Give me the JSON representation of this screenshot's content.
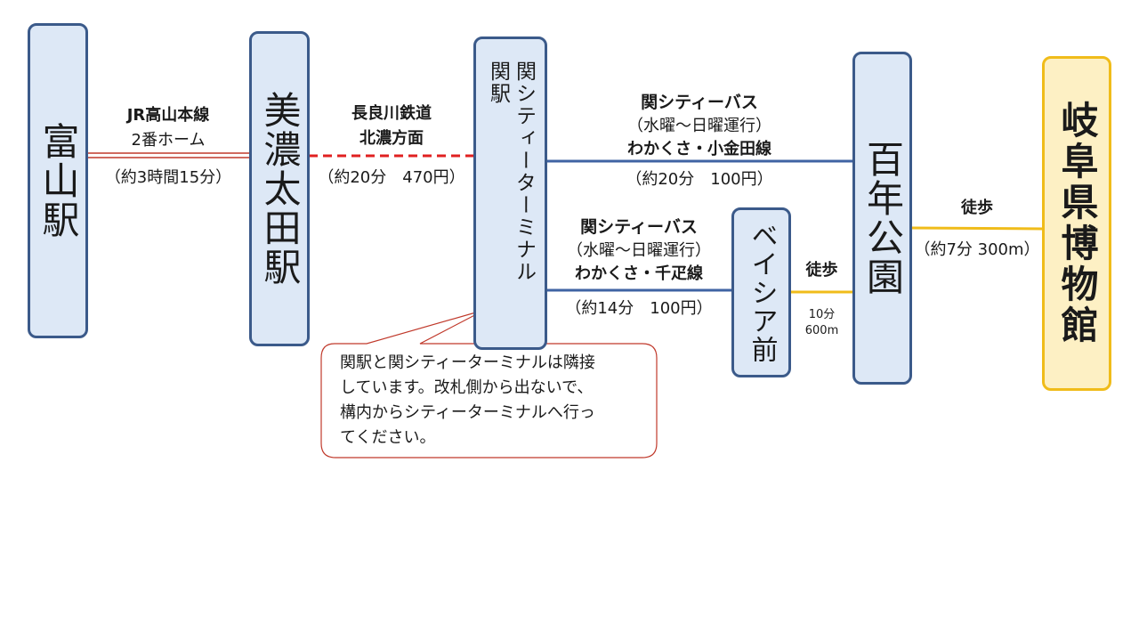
{
  "stations": {
    "toyama": "富山駅",
    "minoota": "美濃太田駅",
    "seki": "関駅",
    "seki_city_terminal": "関シティーターミナル",
    "beishia": "ベイシア前",
    "hyakunen_koen": "百年公園",
    "museum": "岐阜県博物館"
  },
  "routes": {
    "jr": {
      "name": "JR高山本線",
      "platform": "2番ホーム",
      "time": "（約3時間15分）"
    },
    "nagaragawa": {
      "name_line1": "長良川鉄道",
      "name_line2": "北濃方面",
      "time_fare": "（約20分　470円）"
    },
    "bus_upper": {
      "name": "関シティーバス",
      "days": "（水曜～日曜運行）",
      "line": "わかくさ・小金田線",
      "time_fare": "（約20分　100円）"
    },
    "bus_lower": {
      "name": "関シティーバス",
      "days": "（水曜～日曜運行）",
      "line": "わかくさ・千疋線",
      "time_fare": "（約14分　100円）"
    },
    "walk_beishia": {
      "mode": "徒歩",
      "time": "10分",
      "distance": "600m"
    },
    "walk_museum": {
      "mode": "徒歩",
      "time_distance": "（約7分 300m）"
    }
  },
  "callout": {
    "lines": [
      "関駅と関シティーターミナルは隣接",
      "しています。改札側から出ないで、",
      "構内からシティーターミナルへ行っ",
      "てください。"
    ]
  },
  "colors": {
    "station_fill": "#dde8f6",
    "station_border": "#3b5a8a",
    "jr_line": "#c0392b",
    "nagaragawa_line": "#e02020",
    "bus_line": "#3f63a3",
    "walk_line": "#f0bc1a",
    "callout_border": "#c0392b"
  }
}
